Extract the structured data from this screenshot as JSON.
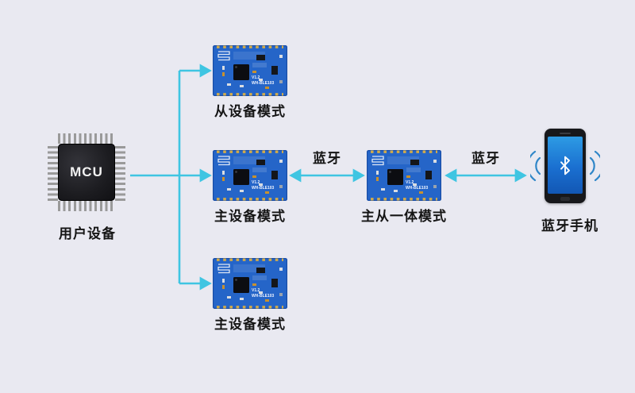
{
  "diagram": {
    "title_hint": "bluetooth-module-topology",
    "background_color": "#e9e9f1",
    "arrow_color": "#3fc5e2",
    "board_color": "#2565c8",
    "label_color": "#151515"
  },
  "mcu": {
    "chip_text": "MCU",
    "caption": "用户设备"
  },
  "modules": {
    "slave": {
      "caption": "从设备模式"
    },
    "master1": {
      "caption": "主设备模式"
    },
    "master2": {
      "caption": "主设备模式"
    },
    "combo": {
      "caption": "主从一体模式"
    }
  },
  "phone": {
    "caption": "蓝牙手机"
  },
  "links": {
    "bt_left": {
      "label": "蓝牙"
    },
    "bt_right": {
      "label": "蓝牙"
    }
  },
  "silkscreen": {
    "version": "V1.2",
    "model": "WH-BLE103"
  }
}
